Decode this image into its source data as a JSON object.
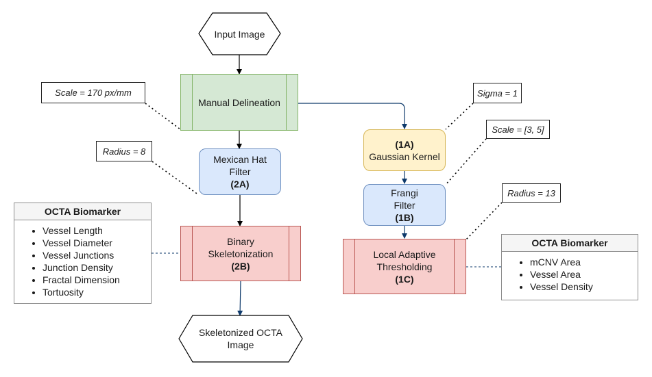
{
  "nodes": {
    "input_image": "Input Image",
    "manual_delineation": "Manual Delineation",
    "mexican_hat": {
      "line1": "Mexican Hat",
      "line2": "Filter",
      "code": "(2A)"
    },
    "binary_skeleton": {
      "line1": "Binary",
      "line2": "Skeletonization",
      "code": "(2B)"
    },
    "skeletonized_output": {
      "line1": "Skeletonized OCTA",
      "line2": "Image"
    },
    "gaussian_kernel": {
      "code": "(1A)",
      "line1": "Gaussian Kernel"
    },
    "frangi": {
      "line1": "Frangi",
      "line2": "Filter",
      "code": "(1B)"
    },
    "local_adaptive": {
      "line1": "Local Adaptive",
      "line2": "Thresholding",
      "code": "(1C)"
    }
  },
  "notes": {
    "scale_px": "Scale = 170 px/mm",
    "radius_8": "Radius = 8",
    "sigma": "Sigma = 1",
    "scale_range": "Scale = [3, 5]",
    "radius_13": "Radius = 13"
  },
  "biomarkers_left": {
    "title": "OCTA Biomarker",
    "items": [
      "Vessel Length",
      "Vessel Diameter",
      "Vessel Junctions",
      "Junction Density",
      "Fractal Dimension",
      "Tortuosity"
    ]
  },
  "biomarkers_right": {
    "title": "OCTA Biomarker",
    "items": [
      "mCNV Area",
      "Vessel Area",
      "Vessel Density"
    ]
  },
  "colors": {
    "blue_fill": "#dae8fc",
    "blue_stroke": "#6c8ebf",
    "yellow_fill": "#fff2cc",
    "yellow_stroke": "#d6b656",
    "green_fill": "#d5e8d4",
    "green_stroke": "#82b366",
    "red_fill": "#f8cecc",
    "red_stroke": "#b85450",
    "edge_blue": "#0e3a6b"
  }
}
